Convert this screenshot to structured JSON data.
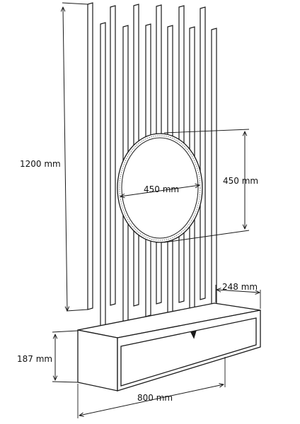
{
  "dimensions": {
    "height_total": "1200 mm",
    "mirror_width": "450 mm",
    "mirror_height": "450 mm",
    "depth": "248 mm",
    "cabinet_height": "187 mm",
    "width": "800 mm"
  }
}
